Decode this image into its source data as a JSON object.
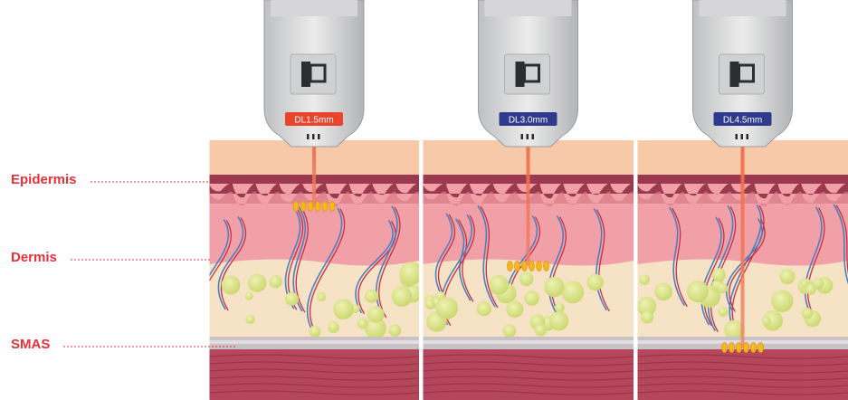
{
  "labels": {
    "epidermis": "Epidermis",
    "dermis": "Dermis",
    "smas": "SMAS"
  },
  "panels": [
    {
      "depth_label": "DL1.5mm",
      "badge_color": "#e8452c",
      "focal_layer": "dermis-upper"
    },
    {
      "depth_label": "DL3.0mm",
      "badge_color": "#2f3a8c",
      "focal_layer": "fat"
    },
    {
      "depth_label": "DL4.5mm",
      "badge_color": "#2f3a8c",
      "focal_layer": "smas"
    }
  ],
  "colors": {
    "label_red": "#e8303a",
    "epidermis_top": "#f7c9a8",
    "epidermis_dark": "#9b3a4e",
    "dermis": "#f2a0a8",
    "fat": "#f6e2c4",
    "fat_cell": "#d9e38a",
    "smas": "#c9c2c4",
    "muscle": "#b5475c",
    "beam": "#f07050",
    "focal_dot": "#f2b81e"
  }
}
